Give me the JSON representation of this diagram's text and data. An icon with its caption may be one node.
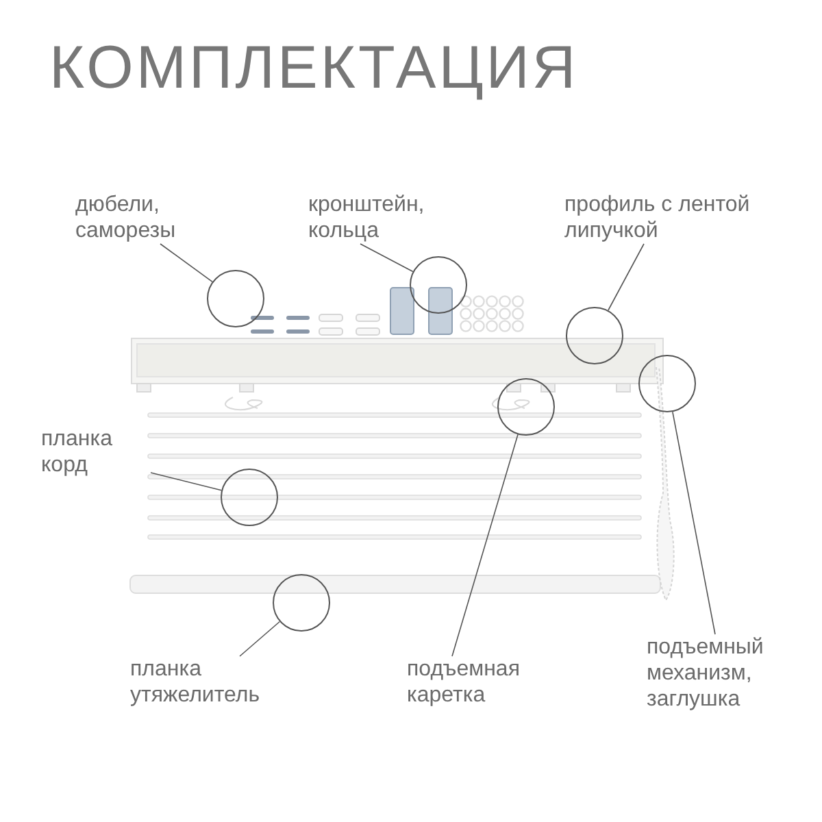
{
  "diagram": {
    "title": "КОМПЛЕКТАЦИЯ",
    "nodes": [
      {
        "text": [
          "дюбели, саморезы"
        ]
      },
      {
        "text": [
          "кронштейн, кольца"
        ]
      },
      {
        "text": [
          "профиль с лентой липучкой"
        ]
      },
      {
        "text": [
          "планка корд"
        ]
      },
      {
        "text": [
          "планка утяжелитель"
        ]
      },
      {
        "text": [
          "подъемная каретка"
        ]
      },
      {
        "text": [
          "подъемный механизм, заглушка"
        ]
      },
      {
        "text": [],
        "shape": "circle"
      },
      {
        "text": [],
        "shape": "circle"
      },
      {
        "text": [],
        "shape": "circle"
      },
      {
        "text": [],
        "shape": "circle"
      },
      {
        "text": [],
        "shape": "circle"
      },
      {
        "text": [],
        "shape": "circle"
      },
      {
        "text": [],
        "shape": "circle"
      }
    ],
    "edges": [
      {
        "from": 0,
        "to": 8,
        "arrow": "none"
      },
      {
        "from": 1,
        "to": 7,
        "arrow": "none"
      },
      {
        "from": 2,
        "to": 9,
        "arrow": "none"
      },
      {
        "from": 3,
        "to": 12,
        "arrow": "none"
      },
      {
        "from": 4,
        "to": 13,
        "arrow": "none"
      },
      {
        "from": 5,
        "to": 11,
        "arrow": "none"
      },
      {
        "from": 6,
        "to": 10,
        "arrow": "none"
      }
    ]
  }
}
